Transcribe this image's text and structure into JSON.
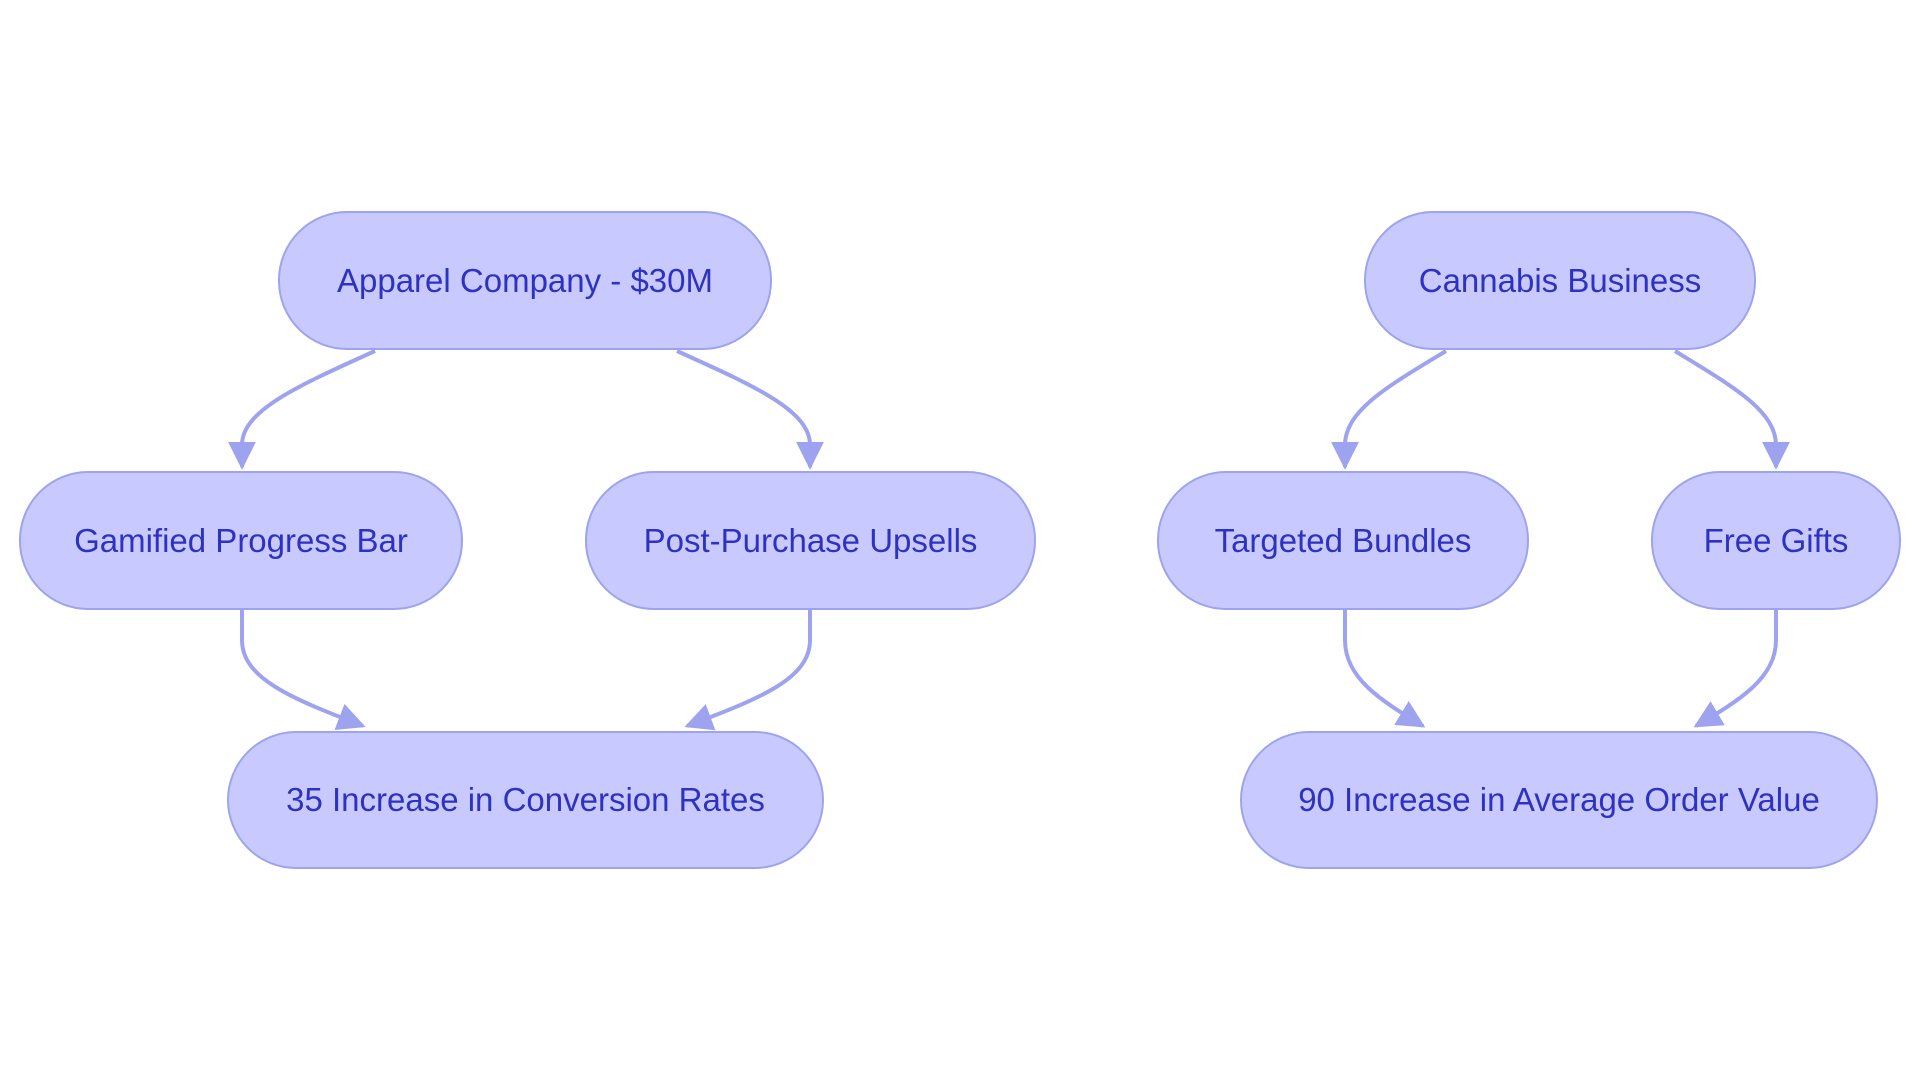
{
  "diagram": {
    "colors": {
      "node_fill": "#c8caff",
      "node_border": "#9ea3ef",
      "text": "#2f31c0",
      "edge": "#9ea3ef"
    },
    "nodes": {
      "apparel": "Apparel Company - $30M",
      "progress_bar": "Gamified Progress Bar",
      "upsells": "Post-Purchase Upsells",
      "conversion": "35 Increase in Conversion Rates",
      "cannabis": "Cannabis Business",
      "bundles": "Targeted Bundles",
      "gifts": "Free Gifts",
      "aov": "90 Increase in Average Order Value"
    },
    "edges": [
      {
        "from": "apparel",
        "to": "progress_bar"
      },
      {
        "from": "apparel",
        "to": "upsells"
      },
      {
        "from": "progress_bar",
        "to": "conversion"
      },
      {
        "from": "upsells",
        "to": "conversion"
      },
      {
        "from": "cannabis",
        "to": "bundles"
      },
      {
        "from": "cannabis",
        "to": "gifts"
      },
      {
        "from": "bundles",
        "to": "aov"
      },
      {
        "from": "gifts",
        "to": "aov"
      }
    ]
  }
}
